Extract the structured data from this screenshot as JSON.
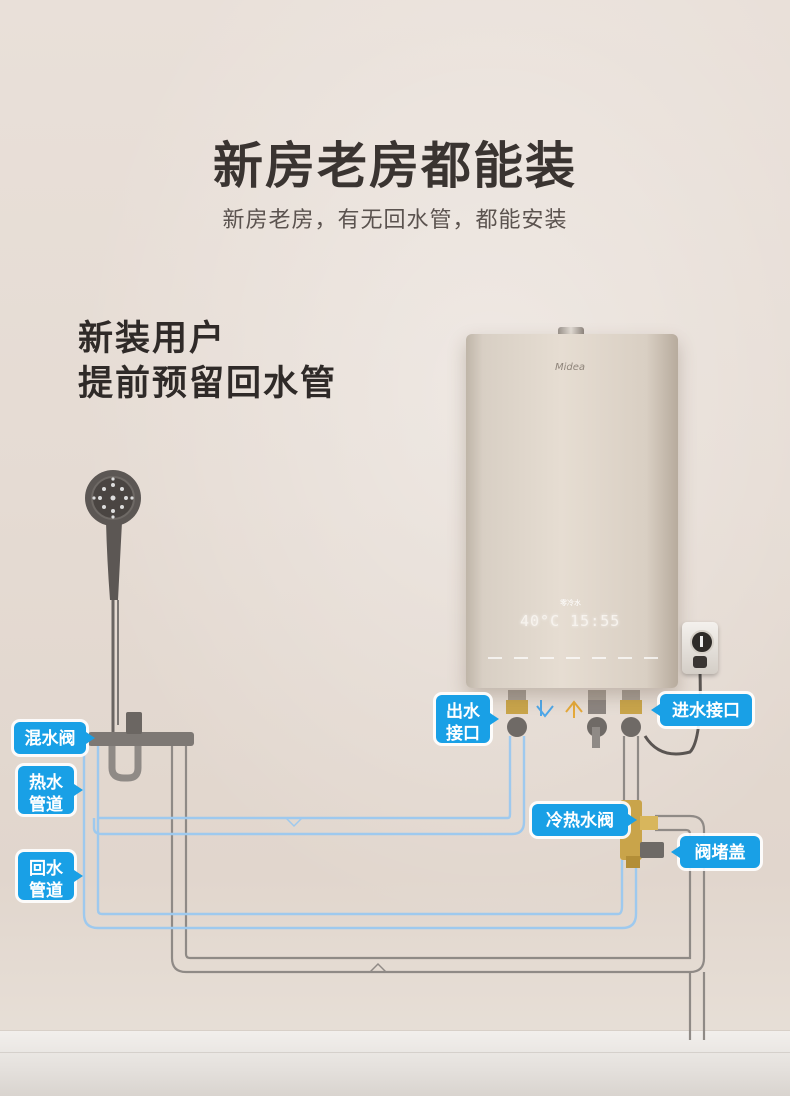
{
  "title": "新房老房都能装",
  "subtitle": "新房老房，有无回水管，都能安装",
  "headline": {
    "line1": "新装用户",
    "line2": "提前预留回水管"
  },
  "heater": {
    "brand": "Midea",
    "display_label": "零冷水",
    "display_value": "40°C 15:55"
  },
  "callouts": {
    "mixing_valve": "混水阀",
    "hot_water_pipe": "热水管道",
    "return_pipe": "回水管道",
    "outlet": "出水接口",
    "inlet": "进水接口",
    "cold_hot_valve": "冷热水阀",
    "valve_cap": "阀堵盖"
  },
  "colors": {
    "callout_bg": "#19a0e6",
    "hot_pipe": "#9ec9ee",
    "gray_pipe": "#8f8a86",
    "title": "#3a3431"
  }
}
